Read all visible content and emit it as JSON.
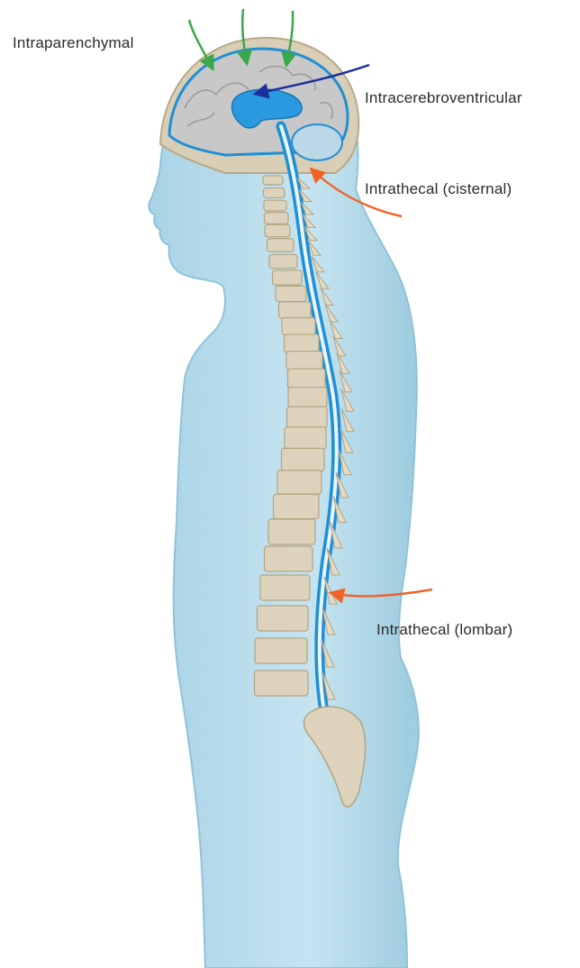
{
  "labels": {
    "intraparenchymal": "Intraparenchymal",
    "intracerebroventricular": "Intracerebroventricular",
    "intrathecal_cisternal": "Intrathecal (cisternal)",
    "intrathecal_lombar": "Intrathecal (lombar)"
  },
  "colors": {
    "body": "#b9dceb",
    "body_edge": "#8fc3da",
    "csf": "#1f8fd6",
    "brain": "#c9c9c9",
    "bone": "#ddd3bd",
    "arrow_parenchymal": "#3aa84a",
    "arrow_ventricular": "#1d2f9a",
    "arrow_intrathecal": "#f0642a"
  },
  "icons": {
    "parenchymal": "green-arrow-icon",
    "ventricular": "blue-arrow-icon",
    "intrathecal": "orange-arrow-icon"
  }
}
